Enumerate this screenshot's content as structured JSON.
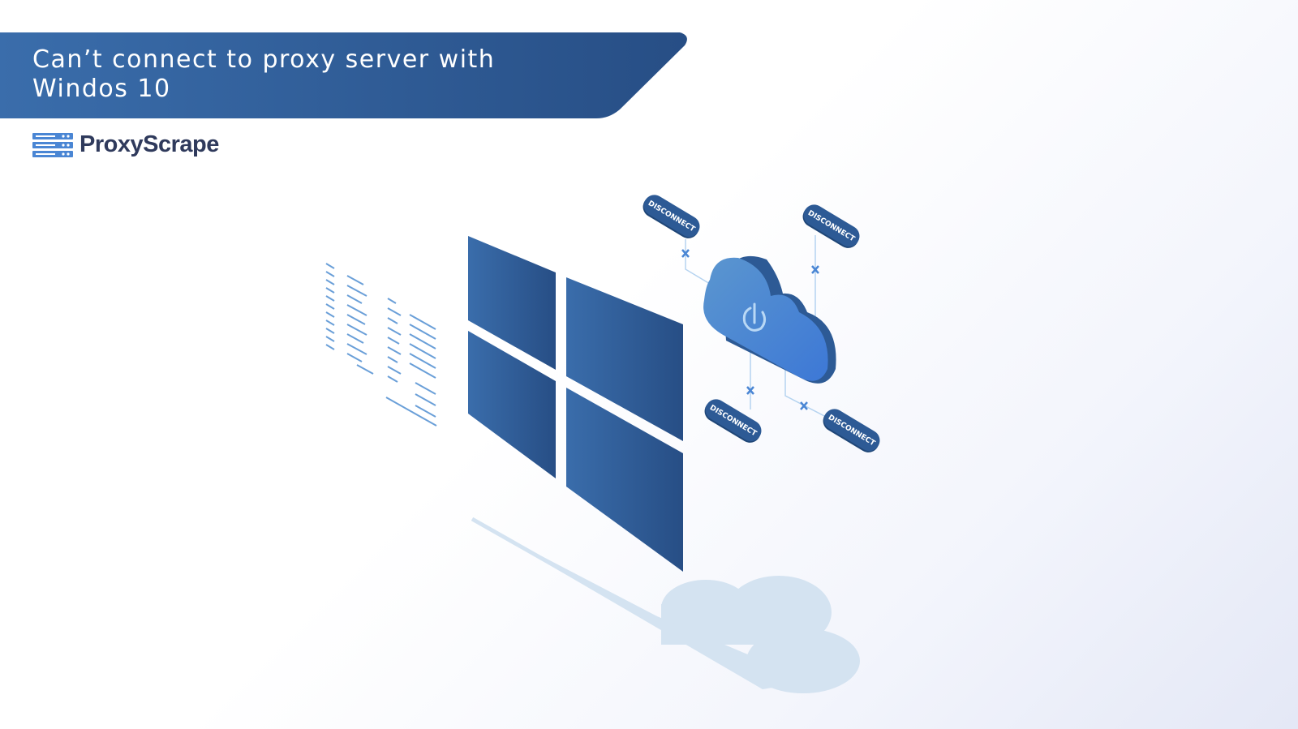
{
  "header": {
    "title_line1": "Can’t connect to proxy server with",
    "title_line2": "Windos 10"
  },
  "brand": {
    "name": "ProxyScrape"
  },
  "illustration": {
    "pill_labels": [
      "DISCONNECT",
      "DISCONNECT",
      "DISCONNECT",
      "DISCONNECT"
    ]
  },
  "colors": {
    "primary": "#2d5a95",
    "accent": "#4a86d4",
    "text_dark": "#2f3a5c"
  }
}
